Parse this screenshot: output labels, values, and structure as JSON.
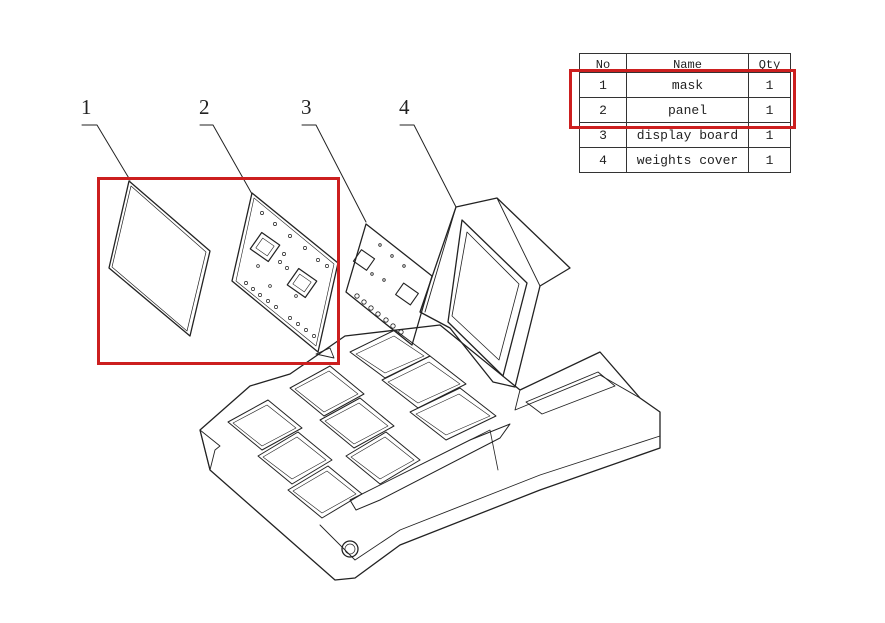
{
  "table": {
    "headers": [
      "No",
      "Name",
      "Qty"
    ],
    "rows": [
      {
        "no": "1",
        "name": "mask",
        "qty": "1"
      },
      {
        "no": "2",
        "name": "panel",
        "qty": "1"
      },
      {
        "no": "3",
        "name": "display board",
        "qty": "1"
      },
      {
        "no": "4",
        "name": "weights cover",
        "qty": "1"
      }
    ]
  },
  "callouts": [
    "1",
    "2",
    "3",
    "4"
  ],
  "highlight_color": "#cc1f1f",
  "line_color": "#222222"
}
